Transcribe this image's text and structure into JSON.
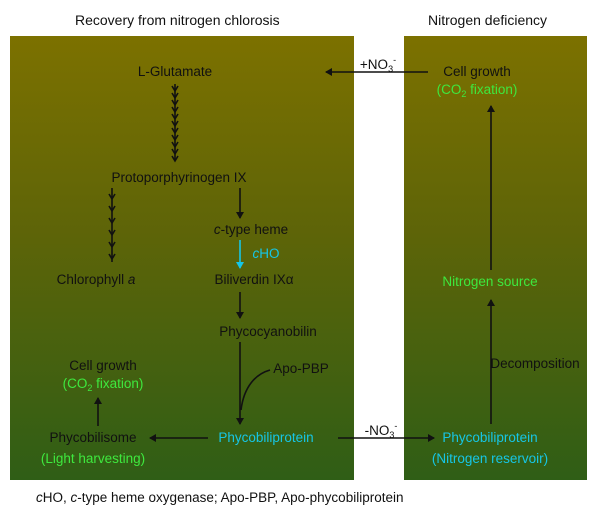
{
  "titles": {
    "left": "Recovery from nitrogen chlorosis",
    "right": "Nitrogen deficiency"
  },
  "nodes": {
    "l_glutamate": "L-Glutamate",
    "protoporphyrinogen": "Protoporphyrinogen IX",
    "c_type_heme_prefix": "c",
    "c_type_heme_rest": "-type heme",
    "cho_prefix": "c",
    "cho_rest": "HO",
    "chlorophyll": "Chlorophyll ",
    "chlorophyll_a": "a",
    "biliverdin": "Biliverdin IXα",
    "phycocyanobilin": "Phycocyanobilin",
    "apo_pbp": "Apo-PBP",
    "cell_growth_left": "Cell growth",
    "co2_left_a": "(CO",
    "co2_left_sub": "2",
    "co2_left_b": " fixation)",
    "phycobilisome": "Phycobilisome",
    "light_harvesting": "(Light harvesting)",
    "phycobiliprotein_left": "Phycobiliprotein",
    "cell_growth_right": "Cell growth",
    "co2_right_a": "(CO",
    "co2_right_sub": "2",
    "co2_right_b": " fixation)",
    "nitrogen_source": "Nitrogen source",
    "decomposition": "Decomposition",
    "phycobiliprotein_right": "Phycobiliprotein",
    "nitrogen_reservoir": "(Nitrogen reservoir)"
  },
  "transitions": {
    "plus_no3_a": "+NO",
    "plus_no3_sub": "3",
    "plus_no3_sup": "-",
    "minus_no3_a": "-NO",
    "minus_no3_sub": "3",
    "minus_no3_sup": "-"
  },
  "footnote": {
    "a": "c",
    "b": "HO, ",
    "c": "c",
    "d": "-type heme oxygenase; Apo-PBP, Apo-phycobiliprotein"
  },
  "colors": {
    "panel_top": "#7c7100",
    "panel_bottom": "#2f5e16",
    "green_text": "#3ee83e",
    "cyan_text": "#16c6e6",
    "dark_text": "#111111"
  }
}
